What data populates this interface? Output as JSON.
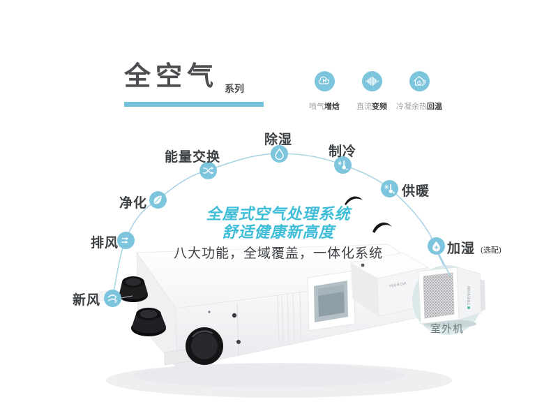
{
  "header": {
    "title": "全空气",
    "series": "系列"
  },
  "badges": [
    {
      "icon": "cloud-h-icon",
      "label_light": "喷气",
      "label_bold": "增焓"
    },
    {
      "icon": "soundwave-icon",
      "label_light": "直流",
      "label_bold": "变频"
    },
    {
      "icon": "house-recovery-icon",
      "label_light": "冷凝余热",
      "label_bold": "回温"
    }
  ],
  "features": [
    {
      "label": "新风",
      "icon": "fresh-air-icon"
    },
    {
      "label": "排风",
      "icon": "exhaust-air-icon"
    },
    {
      "label": "净化",
      "icon": "purify-leaf-icon"
    },
    {
      "label": "能量交换",
      "icon": "energy-exchange-icon"
    },
    {
      "label": "除湿",
      "icon": "dehumidify-drop-icon"
    },
    {
      "label": "制冷",
      "icon": "cooling-thermometer-icon"
    },
    {
      "label": "供暖",
      "icon": "heating-thermometer-icon"
    },
    {
      "label": "加湿",
      "suffix": "(选配)",
      "icon": "humidify-drop-icon"
    }
  ],
  "slogan": {
    "line1": "全屋式空气处理系统",
    "line2": "舒适健康新高度",
    "line3": "八大功能，全域覆盖，一体化系统"
  },
  "product": {
    "outdoor_unit_label": "室外机",
    "brand": "TRENOW"
  },
  "colors": {
    "accent_bar": "#72c2dc",
    "icon_fill": "#7dc5dd",
    "slogan_text": "#3dbdd8",
    "arc_line": "#a9d5e5",
    "title_text": "#4b4d50"
  }
}
